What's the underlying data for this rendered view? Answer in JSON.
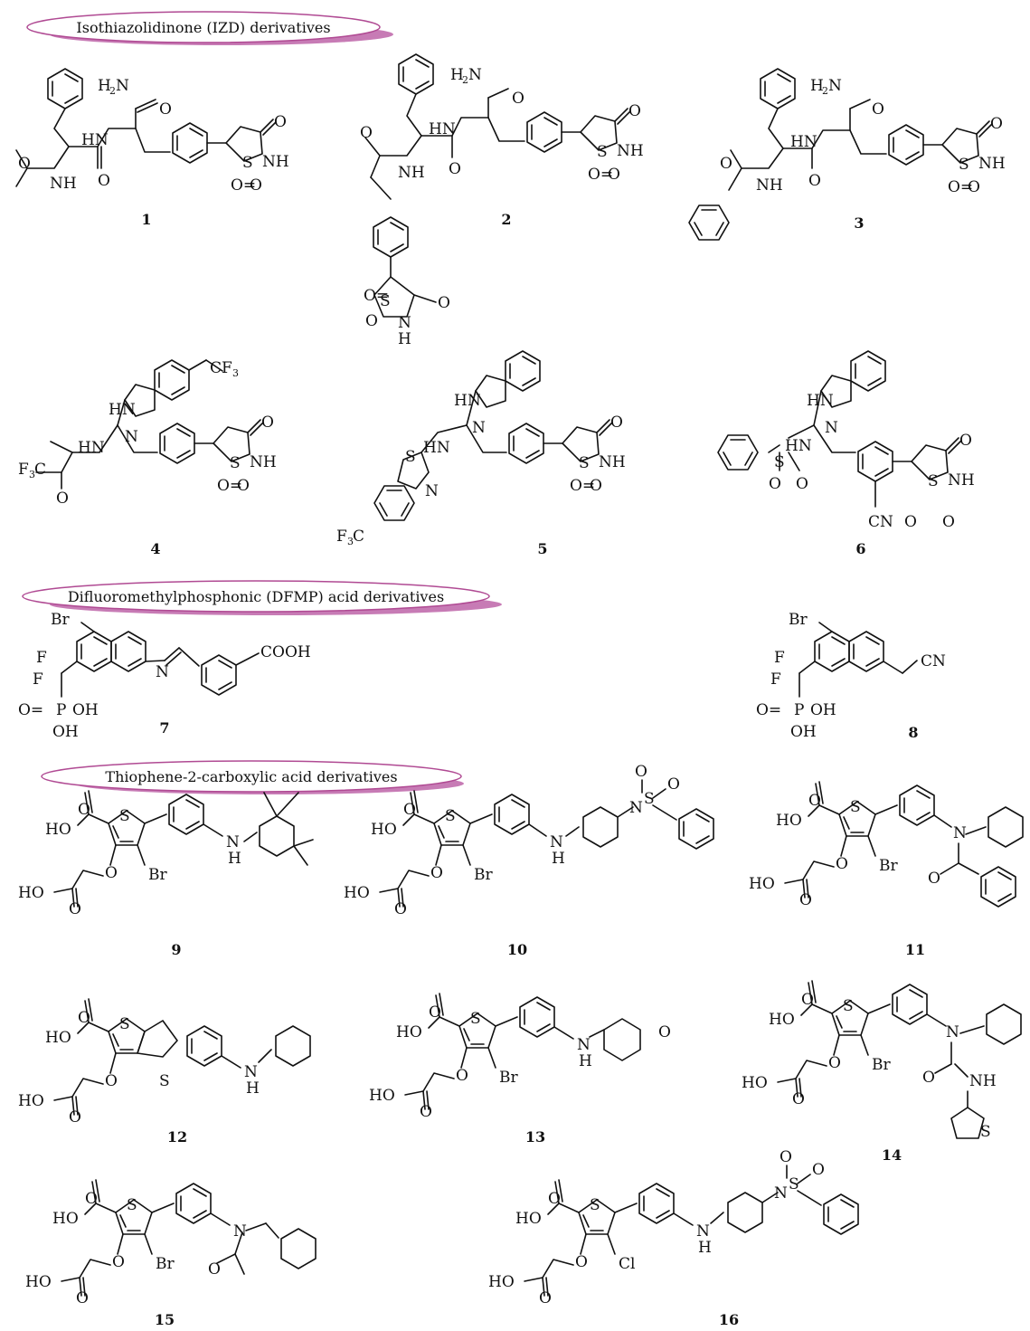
{
  "colors": {
    "banner_fill": "#ffffff",
    "banner_border": "#b04a93",
    "banner_shadow": "#c77bb5",
    "ink": "#111111"
  },
  "sections": [
    {
      "id": "izd",
      "title": "Isothiazolidinone (IZD) derivatives"
    },
    {
      "id": "dfmp",
      "title": "Difluoromethylphosphonic (DFMP) acid derivatives"
    },
    {
      "id": "thio",
      "title": "Thiophene-2-carboxylic acid derivatives"
    }
  ],
  "compounds": [
    "1",
    "2",
    "3",
    "4",
    "5",
    "6",
    "7",
    "8",
    "9",
    "10",
    "11",
    "12",
    "13",
    "14",
    "15",
    "16"
  ],
  "atoms": {
    "NH": "NH",
    "HN": "HN",
    "N": "N",
    "H": "H",
    "O": "O",
    "S": "S",
    "H2N_main": "H",
    "H2N_sub": "2",
    "H2N_tail": "N",
    "CF3_main": "CF",
    "CF3_sub": "3",
    "F3C_main": "F",
    "F3C_sub": "3",
    "F3C_tail": "C",
    "CN": "CN",
    "Br": "Br",
    "Cl": "Cl",
    "F": "F",
    "P": "P",
    "OH": "OH",
    "HO": "HO",
    "COOH": "COOH",
    "O_eq": "O="
  }
}
